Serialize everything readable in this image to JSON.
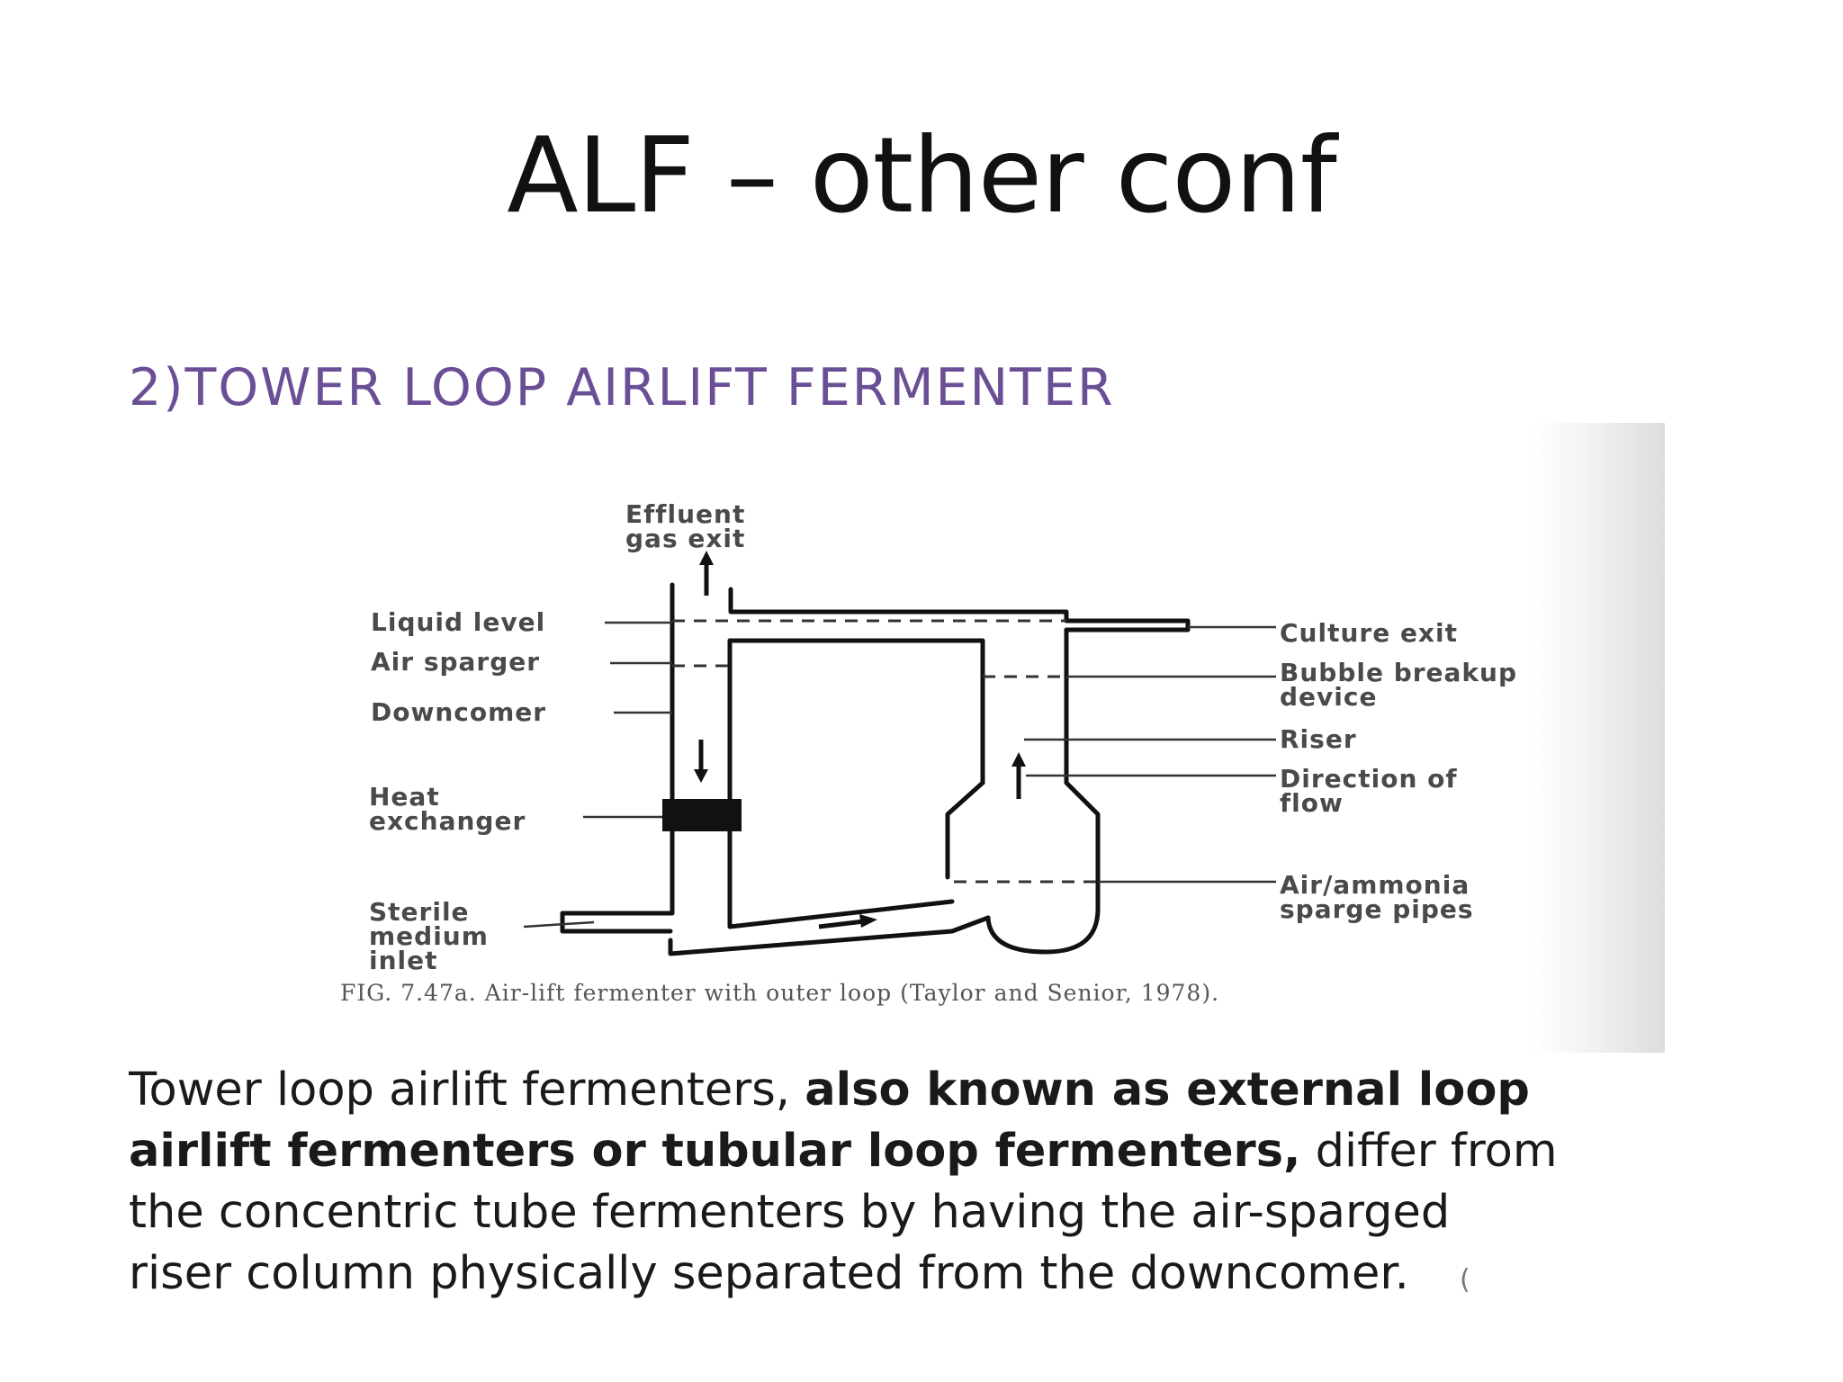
{
  "slide": {
    "title": "ALF – other conf",
    "section_heading": "2)TOWER LOOP AIRLIFT FERMENTER"
  },
  "diagram": {
    "labels": {
      "effluent": "Effluent\ngas exit",
      "liquid_level": "Liquid level",
      "air_sparger": "Air sparger",
      "downcomer": "Downcomer",
      "heat_exchanger": "Heat\nexchanger",
      "sterile_medium": "Sterile\nmedium\ninlet",
      "culture_exit": "Culture exit",
      "bubble_breakup": "Bubble breakup\ndevice",
      "riser": "Riser",
      "direction_of_flow": "Direction of\nflow",
      "air_ammonia": "Air/ammonia\nsparge pipes"
    },
    "caption": "FIG. 7.47a. Air-lift fermenter with outer loop (Taylor and Senior, 1978)."
  },
  "body": {
    "line1_normal": "Tower loop airlift fermenters, ",
    "line1_bold": "also known as external loop",
    "line2_bold": "airlift fermenters or tubular loop fermenters,",
    "line2_normal": " differ from",
    "line3": "the concentric tube fermenters by having the air-sparged",
    "line4": "riser column physically separated from the downcomer.",
    "trailing_mark": "("
  },
  "colors": {
    "heading_purple": "#6b4f96",
    "line_black": "#111111"
  }
}
